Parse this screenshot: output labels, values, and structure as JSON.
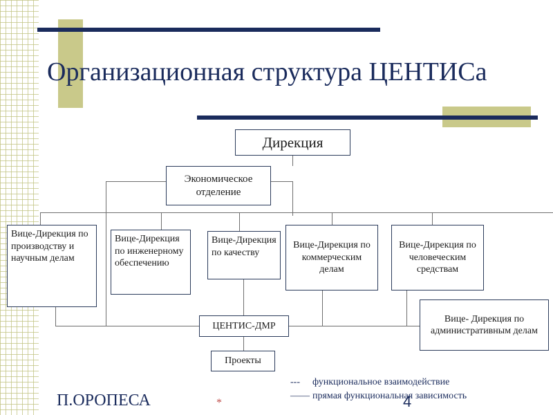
{
  "title": "Организационная структура ЦЕНТИСа",
  "boxes": {
    "direkciya": "Дирекция",
    "econ": "Экономическое отделение",
    "vice_prod": "Вице-Дирекция по производству и научным делам",
    "vice_eng": "Вице-Дирекция по инженерному обеспечению",
    "vice_qual": "Вице-Дирекция по качеству",
    "vice_comm": "Вице-Дирекция по коммерческим делам",
    "vice_hr": "Вице-Дирекция по человеческим средствам",
    "vice_admin": "Вице- Дирекция по административным делам",
    "centis_dmr": "ЦЕНТИС-ДМР",
    "projects": "Проекты"
  },
  "legend": {
    "dashed_mark": "---",
    "dashed_text": "функциональное взаимодействие",
    "solid_mark": "——",
    "solid_text": "прямая функциональная зависимость"
  },
  "footer": {
    "author": "П.ОРОПЕСА",
    "star": "*",
    "page": "4"
  },
  "colors": {
    "navy": "#1a2b5c",
    "olive": "#c9c98a"
  }
}
